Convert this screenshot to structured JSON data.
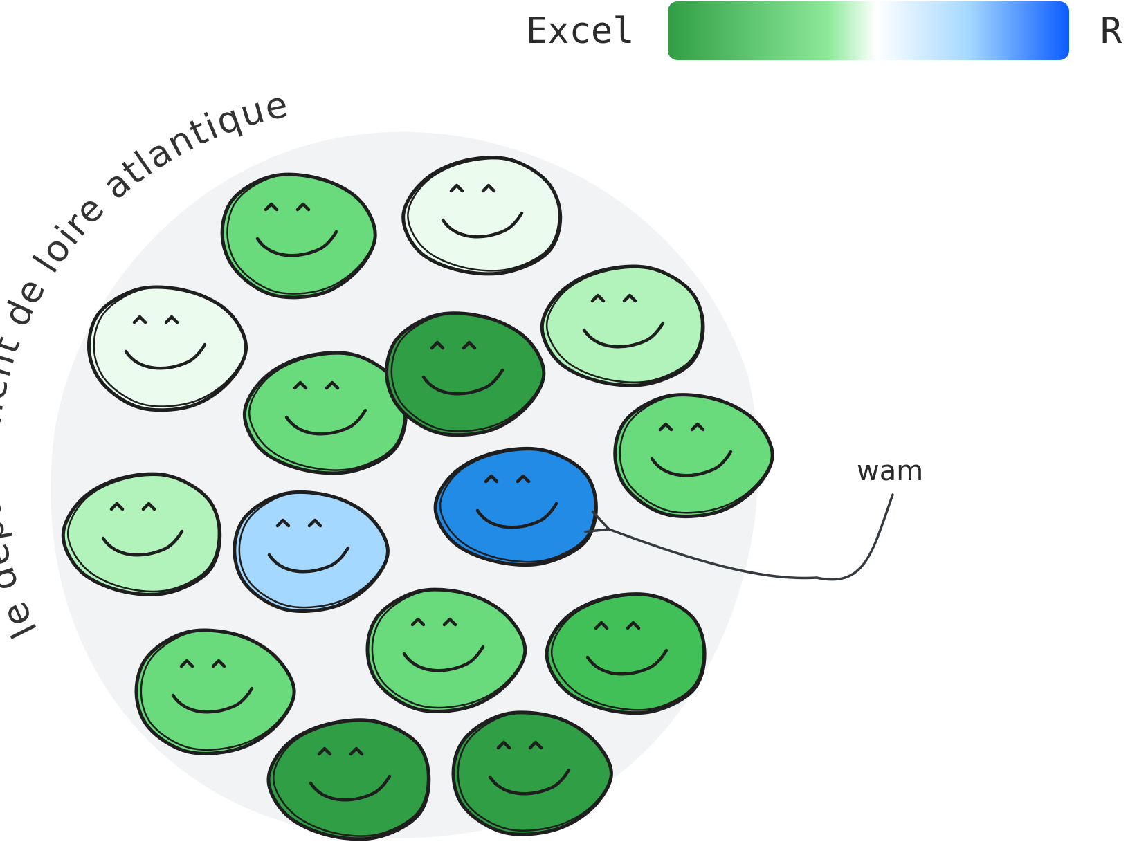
{
  "legend": {
    "left_label": "Excel",
    "right_label": "R",
    "gradient_colors": [
      "#2f9e44",
      "#8ce99a",
      "#ffffff",
      "#a5d8ff",
      "#0b5cff"
    ]
  },
  "region_label": "le département de loire atlantique",
  "annotation": {
    "label": "wam",
    "arrow_color": "#343a40"
  },
  "colors": {
    "region_fill": "#f1f3f5",
    "outline": "#1e1e1e"
  },
  "faces": [
    {
      "name": "face-1",
      "color": "#69db7c"
    },
    {
      "name": "face-2",
      "color": "#ebfbee"
    },
    {
      "name": "face-3",
      "color": "#ebfbee"
    },
    {
      "name": "face-4",
      "color": "#69db7c"
    },
    {
      "name": "face-5",
      "color": "#2f9e44"
    },
    {
      "name": "face-6",
      "color": "#b2f2bb"
    },
    {
      "name": "face-7",
      "color": "#69db7c"
    },
    {
      "name": "face-8",
      "color": "#b2f2bb"
    },
    {
      "name": "face-9",
      "color": "#a5d8ff"
    },
    {
      "name": "face-10",
      "color": "#228be6"
    },
    {
      "name": "face-11",
      "color": "#69db7c"
    },
    {
      "name": "face-12",
      "color": "#40c057"
    },
    {
      "name": "face-13",
      "color": "#69db7c"
    },
    {
      "name": "face-14",
      "color": "#2f9e44"
    },
    {
      "name": "face-15",
      "color": "#2f9e44"
    }
  ]
}
